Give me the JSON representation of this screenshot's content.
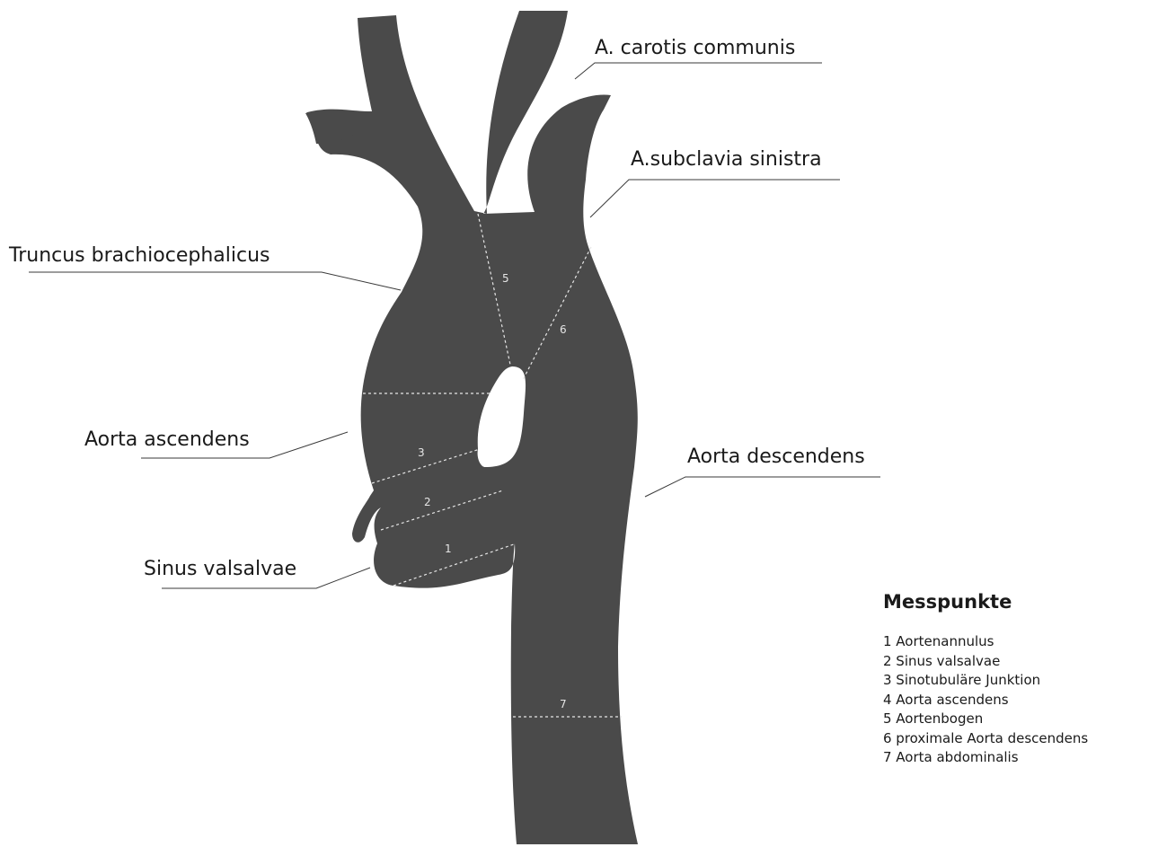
{
  "callouts": {
    "carotis": "A. carotis communis",
    "subclavia": "A.subclavia sinistra",
    "truncus": "Truncus brachiocephalicus",
    "aorta_ascendens": "Aorta ascendens",
    "aorta_descendens": "Aorta descendens",
    "sinus": "Sinus valsalvae"
  },
  "measure_numbers": {
    "n1": "1",
    "n2": "2",
    "n3": "3",
    "n5": "5",
    "n6": "6",
    "n7": "7"
  },
  "legend": {
    "title": "Messpunkte",
    "items": [
      "1 Aortenannulus",
      "2 Sinus valsalvae",
      "3 Sinotubuläre Junktion",
      "4 Aorta ascendens",
      "5 Aortenbogen",
      "6 proximale Aorta descendens",
      "7 Aorta abdominalis"
    ]
  },
  "colors": {
    "vessel": "#4a4a4a",
    "measure_line": "#e6e6e6",
    "text": "#1a1a1a"
  }
}
